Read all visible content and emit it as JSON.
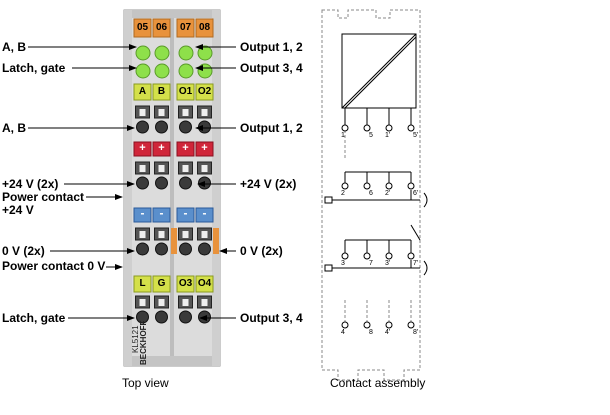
{
  "top_view": {
    "caption": "Top view",
    "left_labels": {
      "ab_top": "A, B",
      "latch_gate_top": "Latch, gate",
      "ab_mid": "A, B",
      "v24": "+24 V (2x)",
      "power_contact": "Power contact",
      "power_contact_24": "+24 V",
      "v0": "0 V (2x)",
      "power_contact_0v": "Power contact 0 V",
      "latch_gate_bottom": "Latch, gate"
    },
    "right_labels": {
      "output12_top": "Output 1, 2",
      "output34_top": "Output 3, 4",
      "output12_mid": "Output 1, 2",
      "v24": "+24 V (2x)",
      "v0": "0 V (2x)",
      "output34_bottom": "Output 3, 4"
    },
    "module": {
      "top_tabs": [
        "05",
        "06",
        "07",
        "08"
      ],
      "row1_tabs": [
        "A",
        "B",
        "O1",
        "O2"
      ],
      "row4_tabs": [
        "L",
        "G",
        "O3",
        "O4"
      ],
      "red_tabs": [
        "+",
        "+",
        "+",
        "+"
      ],
      "blue_tabs": [
        "-",
        "-",
        "-",
        "-"
      ],
      "model": "KL5121",
      "brand": "BECKHOFF"
    }
  },
  "contact_assembly": {
    "caption": "Contact assembly",
    "row1_numbers": [
      "1",
      "5",
      "1'",
      "5'"
    ],
    "row2_numbers": [
      "2",
      "6",
      "2'",
      "6'"
    ],
    "row3_numbers": [
      "3",
      "7",
      "3'",
      "7'"
    ],
    "row4_numbers": [
      "4",
      "8",
      "4'",
      "8'"
    ]
  },
  "colors": {
    "orange_tab": "#e8923c",
    "led_green": "#8ee04a",
    "yellow_tab": "#d4e04a",
    "red_tab": "#d0263a",
    "blue_tab": "#5a8fcc",
    "module_body": "#dcdcdc"
  }
}
